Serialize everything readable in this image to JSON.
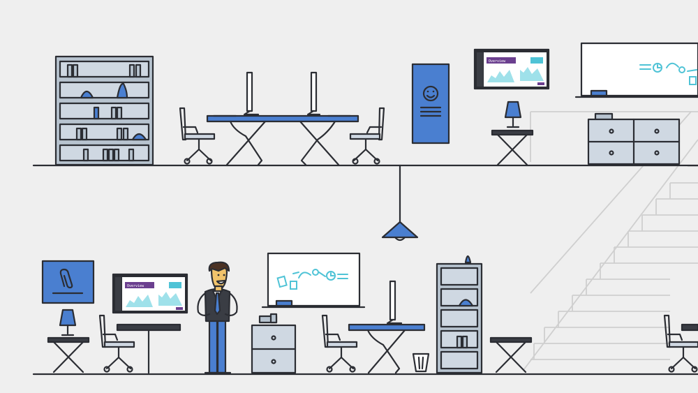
{
  "scene": {
    "background": "#efefef",
    "colors": {
      "line": "#2b2d33",
      "blue": "#4a7fd0",
      "shelf_fill": "#b7c3cf",
      "shelf_inner": "#cfd8e2",
      "teal": "#4fc3d6",
      "purple": "#6b3f8f",
      "stair_line": "#cfcfcf"
    },
    "upper_floor": {
      "bookshelf": "bookshelf",
      "desk_pair": "dual-desk-with-monitors",
      "poster": "smiley-poster",
      "wall_monitor": {
        "header_text": "Overview",
        "icon": "dashboard-screen"
      },
      "side_table": "lamp-table",
      "whiteboard": "flow-whiteboard",
      "cabinet": "drawer-cabinet"
    },
    "lower_floor": {
      "frame": "paperclip-frame",
      "wall_monitor": {
        "header_text": "Overview",
        "icon": "dashboard-screen"
      },
      "character": "businessman",
      "whiteboard": "flow-whiteboard",
      "cabinet": "drawer-cabinet",
      "desk": "desk-with-monitor",
      "shelf_unit": "tall-shelf",
      "stool": "x-table"
    }
  }
}
